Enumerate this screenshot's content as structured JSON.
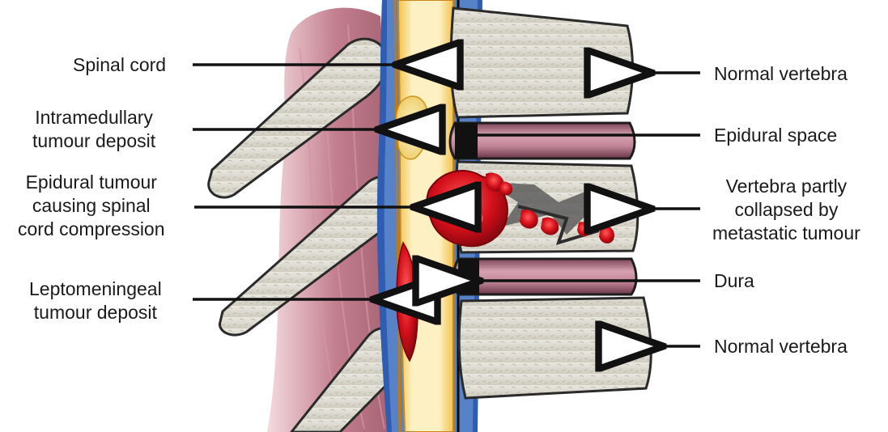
{
  "labels": {
    "spinal_cord": "Spinal cord",
    "intramedullary": [
      "Intramedullary",
      "tumour deposit"
    ],
    "epidural_tumour": [
      "Epidural tumour",
      "causing spinal",
      "cord compression"
    ],
    "leptomeningeal": [
      "Leptomeningeal",
      "tumour deposit"
    ],
    "normal_vertebra_top": "Normal vertebra",
    "epidural_space": "Epidural space",
    "vertebra_collapsed": [
      "Vertebra partly",
      "collapsed by",
      "metastatic tumour"
    ],
    "dura": "Dura",
    "normal_vertebra_bottom": "Normal vertebra"
  },
  "colors": {
    "bone": "#dedcd0",
    "bone_shadow": "#b9b6a8",
    "disc": "#b87a8c",
    "disc_dark": "#6e3a4b",
    "cord": "#fbe6a2",
    "cord_edge": "#e8b23a",
    "csf_blue": "#3a64b4",
    "muscle": "#a85a6a",
    "tumour": "#d8141e",
    "arrow": "#111111"
  }
}
